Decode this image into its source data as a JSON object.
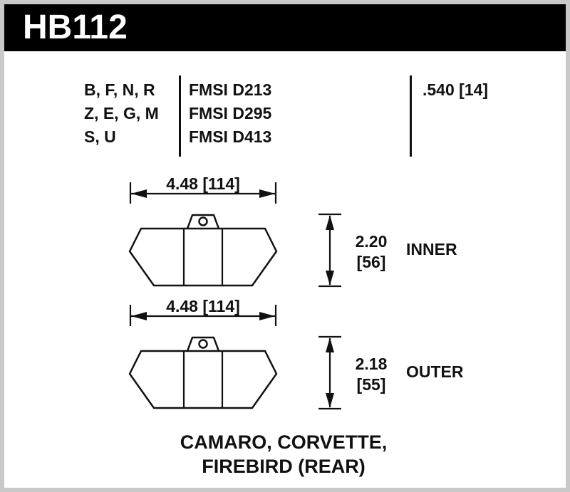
{
  "colors": {
    "header_bg": "#000000",
    "header_fg": "#ffffff",
    "line": "#111111",
    "page_border": "#c9c9c9"
  },
  "header": {
    "part_number": "HB112"
  },
  "spec_table": {
    "compound_rows": [
      "B, F, N, R",
      "Z, E, G, M",
      "S, U"
    ],
    "fmsi_rows": [
      "FMSI D213",
      "FMSI D295",
      "FMSI D413"
    ],
    "pad_thickness": ".540 [14]"
  },
  "diagrams": [
    {
      "width_label": "4.48 [114]",
      "height_value": "2.20",
      "height_mm": "[56]",
      "position_label": "INNER"
    },
    {
      "width_label": "4.48 [114]",
      "height_value": "2.18",
      "height_mm": "[55]",
      "position_label": "OUTER"
    }
  ],
  "footer": {
    "line1": "CAMARO, CORVETTE,",
    "line2": "FIREBIRD (REAR)"
  }
}
